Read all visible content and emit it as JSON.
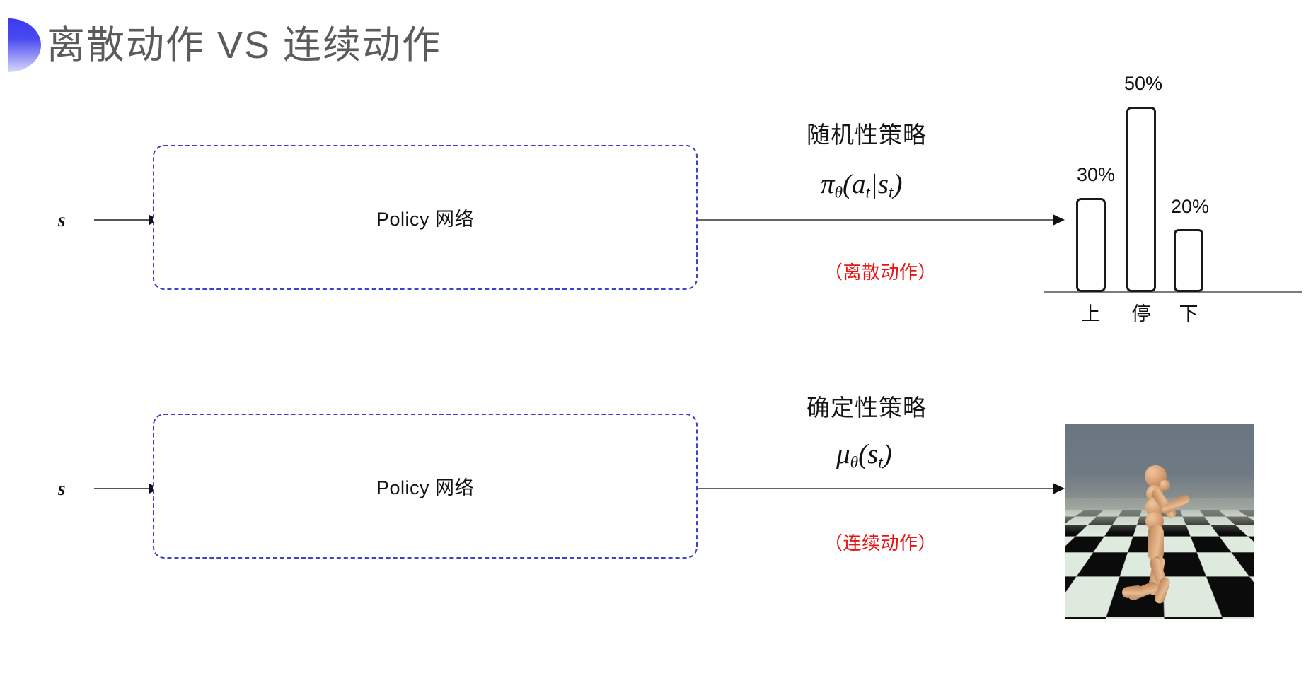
{
  "slide": {
    "title": "离散动作 VS 连续动作",
    "bullet_icon": "half-circle-bullet-icon",
    "title_color": "#5b5b5b",
    "accent_color": "#3b3bef",
    "note_color": "#e81313",
    "box_border_color": "#3f3fd0",
    "background": "#ffffff"
  },
  "rows": [
    {
      "input_label": "s",
      "box_label": "Policy 网络",
      "annotation_title": "随机性策略",
      "annotation_formula": "πθ(at|st)",
      "annotation_formula_parts": {
        "base": "π",
        "subscript": "θ",
        "args": "(a",
        "arg_sub_1": "t",
        "bar": "|s",
        "arg_sub_2": "t",
        "close": ")"
      },
      "annotation_note": "（离散动作）",
      "output_kind": "bar-chart"
    },
    {
      "input_label": "s",
      "box_label": "Policy 网络",
      "annotation_title": "确定性策略",
      "annotation_formula": "μθ(st)",
      "annotation_formula_parts": {
        "base": "μ",
        "subscript": "θ",
        "args": "(s",
        "arg_sub_1": "t",
        "bar": "",
        "arg_sub_2": "",
        "close": ")"
      },
      "annotation_note": "（连续动作）",
      "output_kind": "humanoid-simulation-image"
    }
  ],
  "chart_data": {
    "type": "bar",
    "title": "",
    "xlabel": "",
    "ylabel": "",
    "categories": [
      "上",
      "停",
      "下"
    ],
    "values": [
      30,
      50,
      20
    ],
    "value_labels": [
      "30%",
      "50%",
      "20%"
    ],
    "ylim": [
      0,
      55
    ],
    "grid": false,
    "legend": "none",
    "bar_fill": "#ffffff",
    "bar_stroke": "#1a1a1a",
    "axis_color": "#7c7c7c"
  },
  "simulation": {
    "caption": "",
    "alt": "humanoid-walker-checkerboard-floor",
    "sky_color": "#6f7982",
    "floor_light": "#dfeade",
    "floor_dark": "#0b0b0b",
    "body_color": "#d9a477"
  }
}
